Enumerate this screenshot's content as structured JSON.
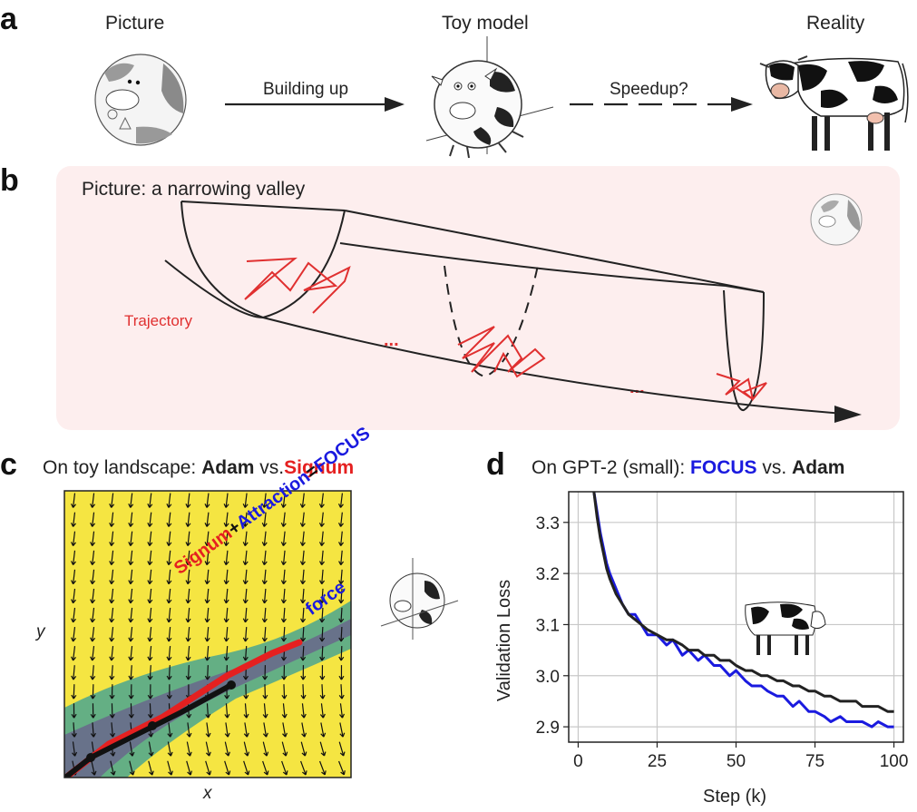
{
  "panel_a": {
    "letter": "a",
    "labels": [
      "Picture",
      "Toy model",
      "Reality"
    ],
    "arrow1": "Building up",
    "arrow2": "Speedup?"
  },
  "panel_b": {
    "letter": "b",
    "title": "Picture: a narrowing valley",
    "trajectory_label": "Trajectory",
    "ellipsis": "...",
    "bg_color": "#fdeeee",
    "trajectory_color": "#e03030"
  },
  "panel_c": {
    "letter": "c",
    "title_prefix": "On toy landscape: ",
    "title_a": "Adam",
    "title_vs": " vs.",
    "title_b": "Signum",
    "xlabel": "x",
    "ylabel": "y",
    "ann_signum": "Signum",
    "ann_plus": "+",
    "ann_attraction": "Attraction",
    "ann_force": "force",
    "ann_eq": "=",
    "ann_focus": "FOCUS",
    "colors": {
      "signum": "#e52020",
      "focus": "#1a1adf",
      "adam": "#111111",
      "field": "#f5e542"
    }
  },
  "panel_d": {
    "letter": "d",
    "title_prefix": "On GPT-2 (small): ",
    "title_a": "FOCUS",
    "title_vs": " vs. ",
    "title_b": "Adam"
  },
  "chart_data": {
    "type": "line",
    "title": "On GPT-2 (small): FOCUS vs. Adam",
    "xlabel": "Step (k)",
    "ylabel": "Validation Loss",
    "xlim": [
      -3,
      103
    ],
    "ylim": [
      2.87,
      3.36
    ],
    "xticks": [
      0,
      25,
      50,
      75,
      100
    ],
    "yticks": [
      2.9,
      3.0,
      3.1,
      3.2,
      3.3
    ],
    "grid": true,
    "series": [
      {
        "name": "FOCUS",
        "color": "#1a1adf",
        "x": [
          5,
          6,
          7,
          8,
          9,
          10,
          12,
          14,
          16,
          18,
          20,
          22,
          25,
          28,
          30,
          33,
          35,
          38,
          40,
          43,
          45,
          48,
          50,
          53,
          55,
          58,
          60,
          63,
          65,
          68,
          70,
          73,
          75,
          78,
          80,
          83,
          85,
          88,
          90,
          93,
          95,
          98,
          100
        ],
        "y": [
          3.36,
          3.32,
          3.28,
          3.25,
          3.22,
          3.2,
          3.17,
          3.14,
          3.12,
          3.12,
          3.1,
          3.08,
          3.08,
          3.06,
          3.07,
          3.04,
          3.05,
          3.03,
          3.04,
          3.02,
          3.02,
          3.0,
          3.01,
          2.99,
          2.98,
          2.98,
          2.97,
          2.96,
          2.96,
          2.94,
          2.95,
          2.93,
          2.93,
          2.92,
          2.91,
          2.92,
          2.91,
          2.91,
          2.91,
          2.9,
          2.91,
          2.9,
          2.9
        ]
      },
      {
        "name": "Adam",
        "color": "#222222",
        "x": [
          5,
          6,
          7,
          8,
          9,
          10,
          12,
          14,
          16,
          18,
          20,
          22,
          25,
          28,
          30,
          33,
          35,
          38,
          40,
          43,
          45,
          48,
          50,
          53,
          55,
          58,
          60,
          63,
          65,
          68,
          70,
          73,
          75,
          78,
          80,
          83,
          85,
          88,
          90,
          93,
          95,
          98,
          100
        ],
        "y": [
          3.36,
          3.31,
          3.27,
          3.24,
          3.21,
          3.19,
          3.16,
          3.14,
          3.12,
          3.11,
          3.1,
          3.09,
          3.08,
          3.07,
          3.07,
          3.06,
          3.05,
          3.05,
          3.04,
          3.04,
          3.03,
          3.03,
          3.02,
          3.01,
          3.01,
          3.0,
          3.0,
          2.99,
          2.99,
          2.98,
          2.98,
          2.97,
          2.97,
          2.96,
          2.96,
          2.95,
          2.95,
          2.95,
          2.94,
          2.94,
          2.94,
          2.93,
          2.93
        ]
      }
    ]
  }
}
